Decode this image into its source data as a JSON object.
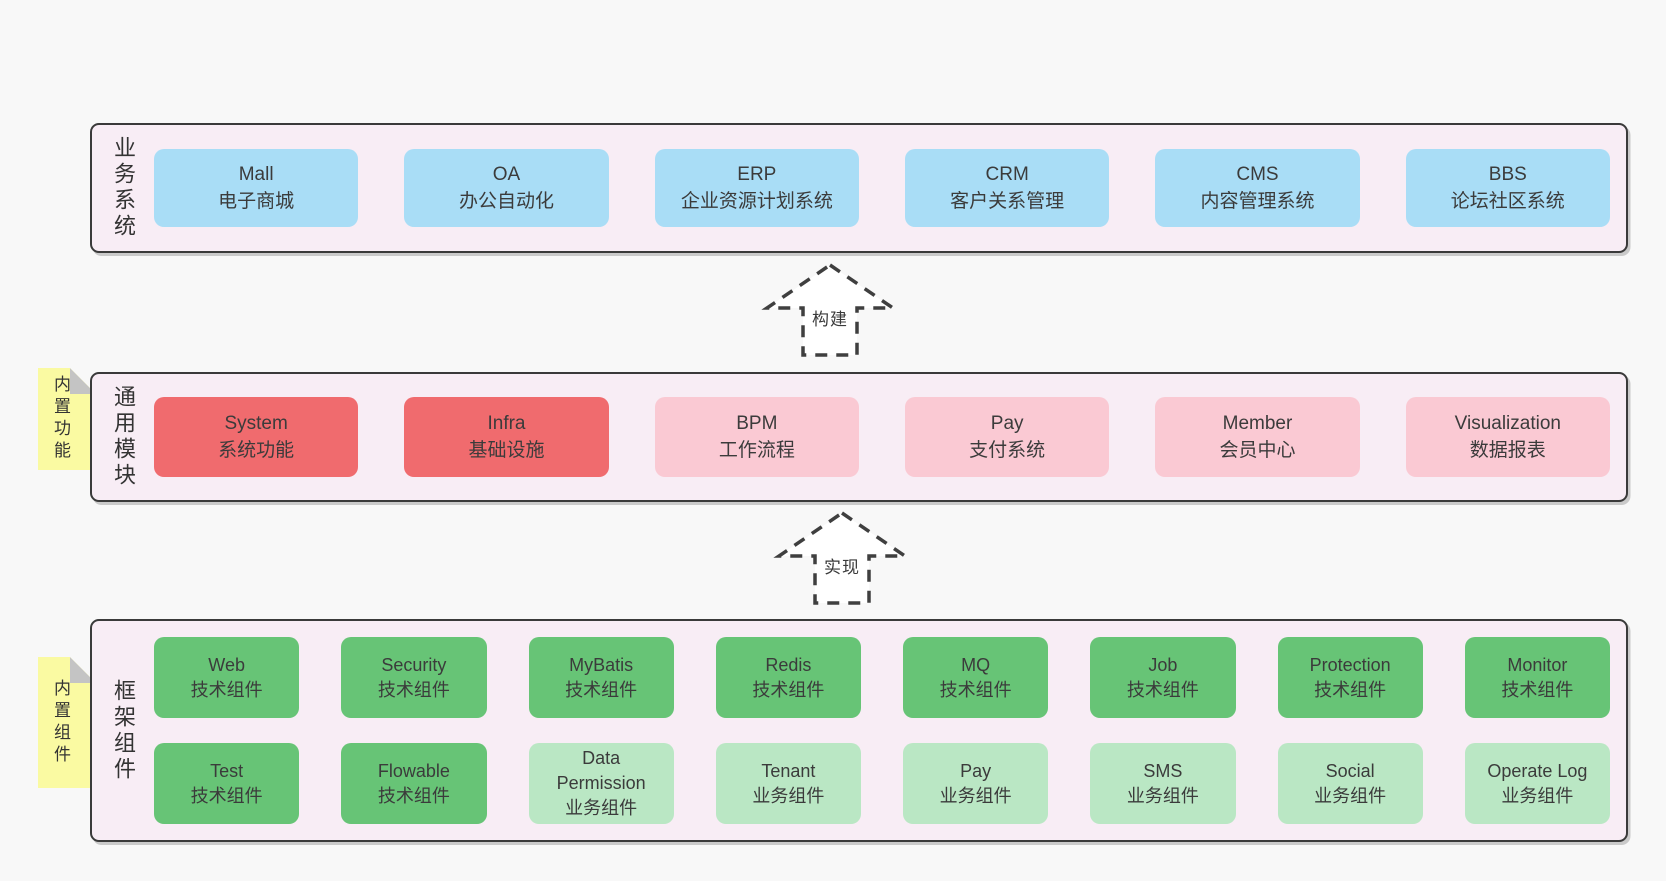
{
  "colors": {
    "page_bg": "#f8f8f8",
    "container_fill": "#f8edf5",
    "container_border": "#3a3a3a",
    "blue_box": "#a9ddf6",
    "red_box": "#f06b6e",
    "pink_box": "#fac9d3",
    "green_box": "#67c476",
    "light_green_box": "#bae7c4",
    "note_yellow": "#fafaa2",
    "note_fold": "#c4c4c4",
    "text": "#3b3b3b"
  },
  "arrows": {
    "build": "构建",
    "implement": "实现"
  },
  "sections": {
    "business": {
      "label": "业务系统",
      "items": [
        {
          "name": "Mall",
          "desc": "电子商城"
        },
        {
          "name": "OA",
          "desc": "办公自动化"
        },
        {
          "name": "ERP",
          "desc": "企业资源计划系统"
        },
        {
          "name": "CRM",
          "desc": "客户关系管理"
        },
        {
          "name": "CMS",
          "desc": "内容管理系统"
        },
        {
          "name": "BBS",
          "desc": "论坛社区系统"
        }
      ]
    },
    "modules": {
      "label": "通用模块",
      "note": "内置功能",
      "items": [
        {
          "name": "System",
          "desc": "系统功能"
        },
        {
          "name": "Infra",
          "desc": "基础设施"
        },
        {
          "name": "BPM",
          "desc": "工作流程"
        },
        {
          "name": "Pay",
          "desc": "支付系统"
        },
        {
          "name": "Member",
          "desc": "会员中心"
        },
        {
          "name": "Visualization",
          "desc": "数据报表"
        }
      ]
    },
    "framework": {
      "label": "框架组件",
      "note": "内置组件",
      "row1": [
        {
          "name": "Web",
          "desc": "技术组件"
        },
        {
          "name": "Security",
          "desc": "技术组件"
        },
        {
          "name": "MyBatis",
          "desc": "技术组件"
        },
        {
          "name": "Redis",
          "desc": "技术组件"
        },
        {
          "name": "MQ",
          "desc": "技术组件"
        },
        {
          "name": "Job",
          "desc": "技术组件"
        },
        {
          "name": "Protection",
          "desc": "技术组件"
        },
        {
          "name": "Monitor",
          "desc": "技术组件"
        }
      ],
      "row2": [
        {
          "name": "Test",
          "desc": "技术组件"
        },
        {
          "name": "Flowable",
          "desc": "技术组件"
        },
        {
          "name": "Data Permission",
          "desc": "业务组件"
        },
        {
          "name": "Tenant",
          "desc": "业务组件"
        },
        {
          "name": "Pay",
          "desc": "业务组件"
        },
        {
          "name": "SMS",
          "desc": "业务组件"
        },
        {
          "name": "Social",
          "desc": "业务组件"
        },
        {
          "name": "Operate Log",
          "desc": "业务组件"
        }
      ]
    }
  }
}
